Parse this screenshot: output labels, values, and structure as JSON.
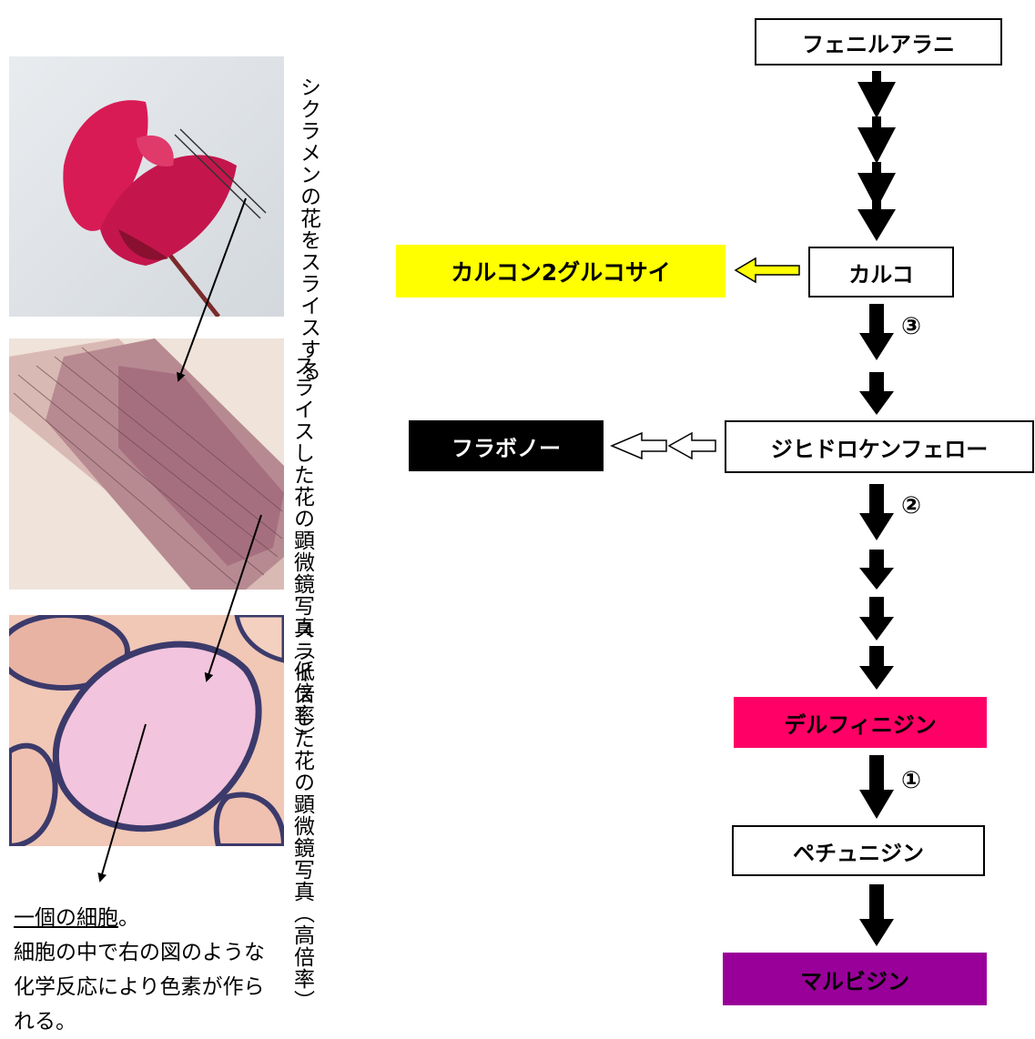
{
  "left": {
    "flower_caption": "シクラメンの花をスライスする",
    "low_caption": "スライスした花の顕微鏡写真（低倍率）",
    "high_caption": "スライスした花の顕微鏡写真（高倍率）",
    "cell_title": "一個の細胞",
    "cell_title_suffix": "。",
    "cell_desc_1": "細胞の中で右の図のような",
    "cell_desc_2": "化学反応により色素が作ら",
    "cell_desc_3": "れる。"
  },
  "pathway": {
    "phenylalanine": "フェニルアラニ",
    "chalcone": "カルコ",
    "chalcone_glucoside": "カルコン2グルコサイ",
    "dihydrokaempferol": "ジヒドロケンフェロー",
    "flavonol": "フラボノー",
    "delphinidin": "デルフィニジン",
    "petunidin": "ペチュニジン",
    "malvidin": "マルビジン",
    "step3": "③",
    "step2": "②",
    "step1": "①"
  },
  "colors": {
    "yellow_box": "#ffff00",
    "black_box": "#000000",
    "pink_box": "#ff0066",
    "purple_box": "#990099",
    "petal": "#d81b55",
    "micro_low_bg": "#efe3da",
    "micro_high_bg": "#efd2dc"
  }
}
